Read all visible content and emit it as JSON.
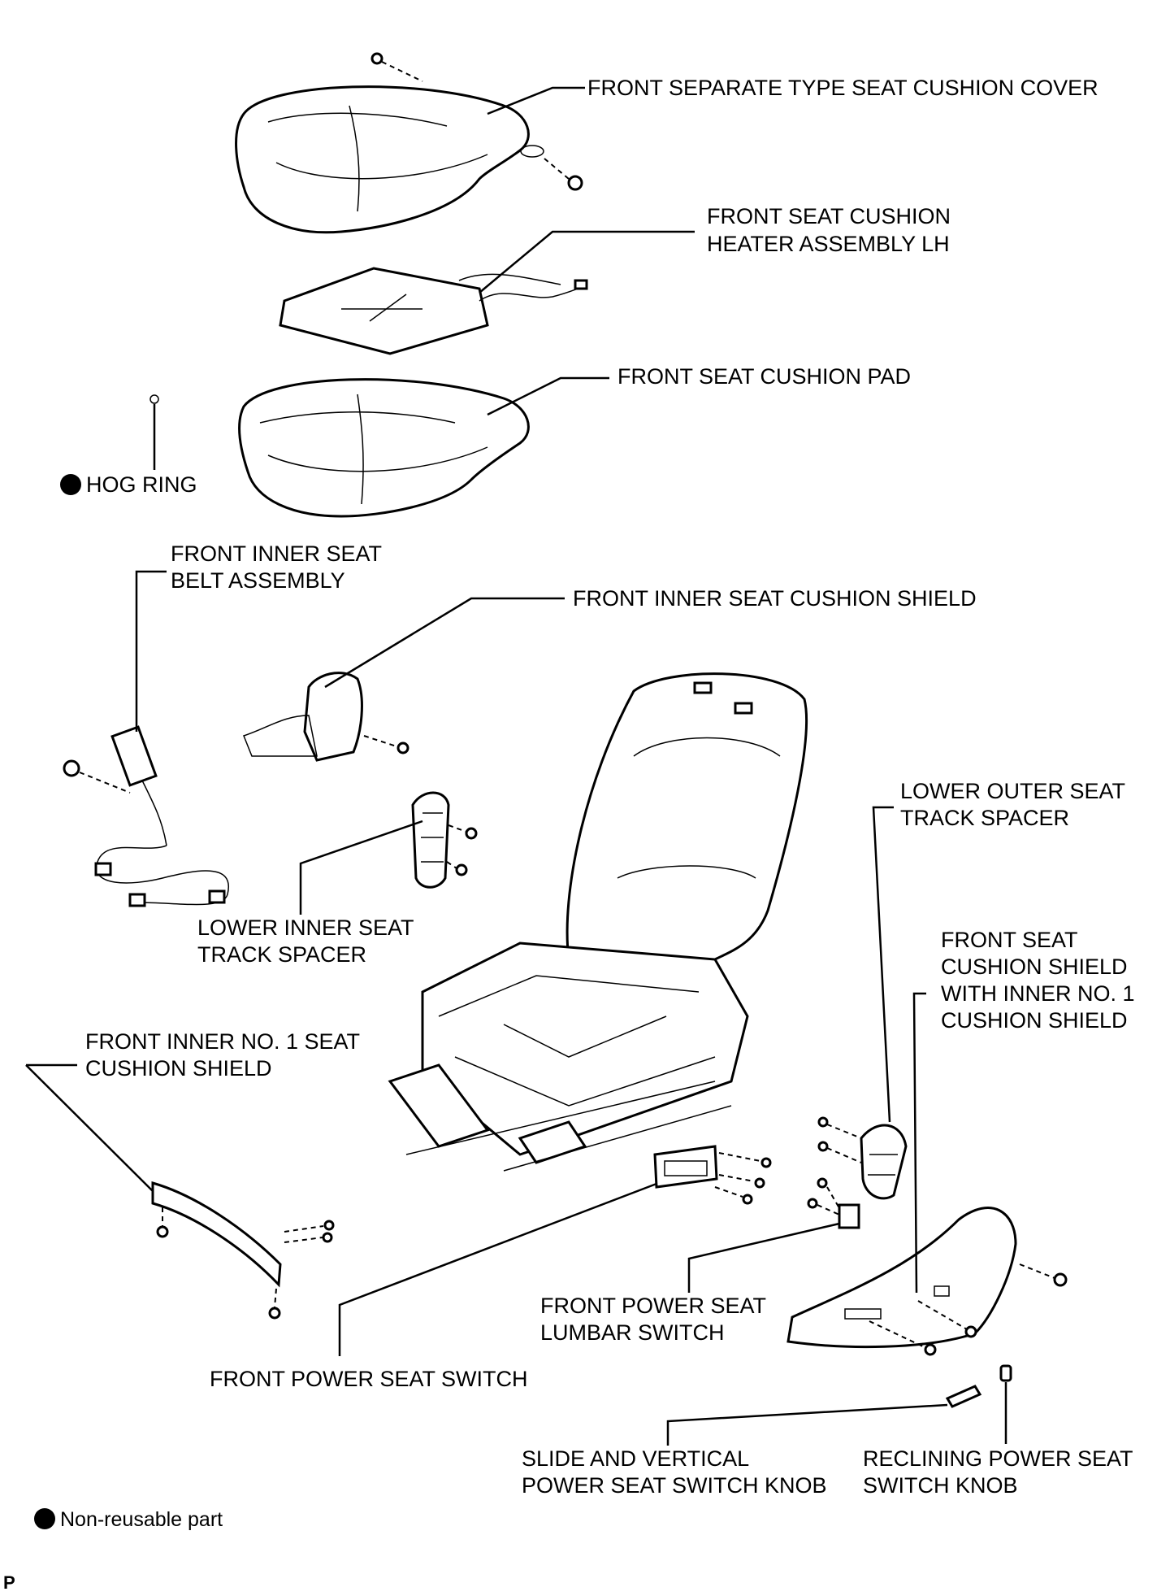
{
  "labels": {
    "cushion_cover": "FRONT SEPARATE TYPE SEAT CUSHION COVER",
    "heater_line1": "FRONT SEAT CUSHION",
    "heater_line2": "HEATER ASSEMBLY LH",
    "cushion_pad": "FRONT SEAT CUSHION PAD",
    "hog_ring": "HOG RING",
    "belt_line1": "FRONT INNER SEAT",
    "belt_line2": "BELT ASSEMBLY",
    "inner_shield": "FRONT INNER SEAT CUSHION SHIELD",
    "lower_outer_line1": "LOWER OUTER SEAT",
    "lower_outer_line2": "TRACK SPACER",
    "lower_inner_line1": "LOWER INNER SEAT",
    "lower_inner_line2": "TRACK SPACER",
    "shield_line1": "FRONT SEAT",
    "shield_line2": "CUSHION SHIELD",
    "shield_line3": "WITH INNER NO. 1",
    "shield_line4": "CUSHION SHIELD",
    "inner_no1_line1": "FRONT INNER NO. 1 SEAT",
    "inner_no1_line2": "CUSHION SHIELD",
    "lumbar_line1": "FRONT POWER SEAT",
    "lumbar_line2": "LUMBAR SWITCH",
    "power_switch": "FRONT POWER SEAT SWITCH",
    "slide_line1": "SLIDE AND VERTICAL",
    "slide_line2": "POWER SEAT SWITCH KNOB",
    "reclining_line1": "RECLINING POWER SEAT",
    "reclining_line2": "SWITCH KNOB"
  },
  "legend": {
    "text": "Non-reusable part"
  },
  "corner_mark": "P"
}
